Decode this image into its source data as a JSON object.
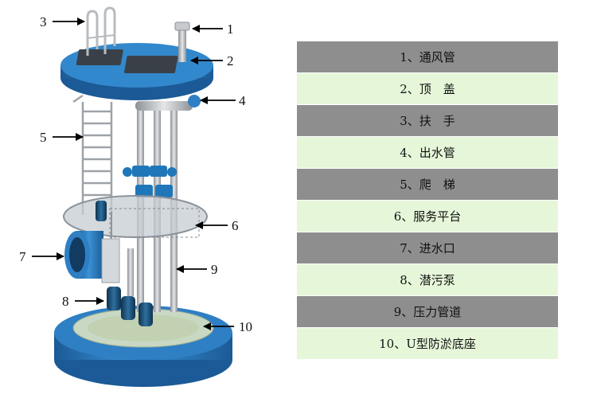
{
  "callouts": [
    "1",
    "2",
    "3",
    "4",
    "5",
    "6",
    "7",
    "8",
    "9",
    "10"
  ],
  "legend": [
    "1、通风管",
    "2、顶　盖",
    "3、扶　手",
    "4、出水管",
    "5、爬　梯",
    "6、服务平台",
    "7、进水口",
    "8、潜污泵",
    "9、压力管道",
    "10、U型防淤底座"
  ],
  "colors": {
    "tank_blue": "#2e7fc4",
    "tank_blue_dark": "#1d5f9c",
    "base_green": "#c9d8c2",
    "pipe_gray": "#b8bcc0",
    "row_dark": "#8e8e8e",
    "row_light": "#e6f7d9"
  }
}
